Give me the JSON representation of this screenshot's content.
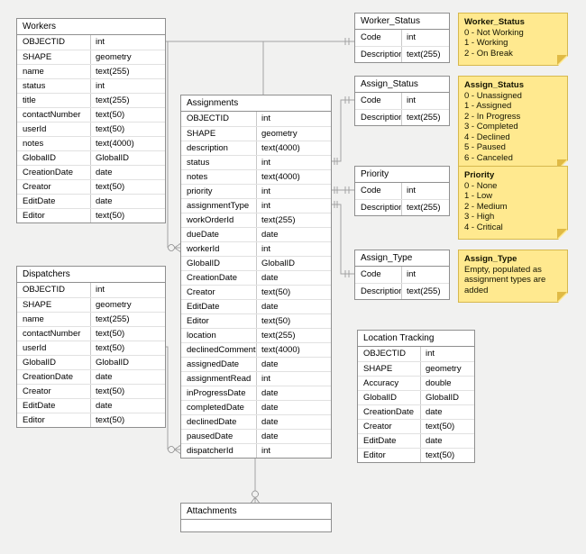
{
  "canvas": {
    "background": "#f1f1f0",
    "connector_color": "#a3a3a3",
    "note_color": "#ffe98f",
    "note_fold_color": "#e0ba45"
  },
  "tables": {
    "workers": {
      "title": "Workers",
      "fields": [
        {
          "name": "OBJECTID",
          "type": "int"
        },
        {
          "name": "SHAPE",
          "type": "geometry"
        },
        {
          "name": "name",
          "type": "text(255)"
        },
        {
          "name": "status",
          "type": "int"
        },
        {
          "name": "title",
          "type": "text(255)"
        },
        {
          "name": "contactNumber",
          "type": "text(50)"
        },
        {
          "name": "userId",
          "type": "text(50)"
        },
        {
          "name": "notes",
          "type": "text(4000)"
        },
        {
          "name": "GlobalID",
          "type": "GlobalID"
        },
        {
          "name": "CreationDate",
          "type": "date"
        },
        {
          "name": "Creator",
          "type": "text(50)"
        },
        {
          "name": "EditDate",
          "type": "date"
        },
        {
          "name": "Editor",
          "type": "text(50)"
        }
      ]
    },
    "dispatchers": {
      "title": "Dispatchers",
      "fields": [
        {
          "name": "OBJECTID",
          "type": "int"
        },
        {
          "name": "SHAPE",
          "type": "geometry"
        },
        {
          "name": "name",
          "type": "text(255)"
        },
        {
          "name": "contactNumber",
          "type": "text(50)"
        },
        {
          "name": "userId",
          "type": "text(50)"
        },
        {
          "name": "GlobalID",
          "type": "GlobalID"
        },
        {
          "name": "CreationDate",
          "type": "date"
        },
        {
          "name": "Creator",
          "type": "text(50)"
        },
        {
          "name": "EditDate",
          "type": "date"
        },
        {
          "name": "Editor",
          "type": "text(50)"
        }
      ]
    },
    "assignments": {
      "title": "Assignments",
      "fields": [
        {
          "name": "OBJECTID",
          "type": "int"
        },
        {
          "name": "SHAPE",
          "type": "geometry"
        },
        {
          "name": "description",
          "type": "text(4000)"
        },
        {
          "name": "status",
          "type": "int"
        },
        {
          "name": "notes",
          "type": "text(4000)"
        },
        {
          "name": "priority",
          "type": "int"
        },
        {
          "name": "assignmentType",
          "type": "int"
        },
        {
          "name": "workOrderId",
          "type": "text(255)"
        },
        {
          "name": "dueDate",
          "type": "date"
        },
        {
          "name": "workerId",
          "type": "int"
        },
        {
          "name": "GlobalID",
          "type": "GlobalID"
        },
        {
          "name": "CreationDate",
          "type": "date"
        },
        {
          "name": "Creator",
          "type": "text(50)"
        },
        {
          "name": "EditDate",
          "type": "date"
        },
        {
          "name": "Editor",
          "type": "text(50)"
        },
        {
          "name": "location",
          "type": "text(255)"
        },
        {
          "name": "declinedComment",
          "type": "text(4000)"
        },
        {
          "name": "assignedDate",
          "type": "date"
        },
        {
          "name": "assignmentRead",
          "type": "int"
        },
        {
          "name": "inProgressDate",
          "type": "date"
        },
        {
          "name": "completedDate",
          "type": "date"
        },
        {
          "name": "declinedDate",
          "type": "date"
        },
        {
          "name": "pausedDate",
          "type": "date"
        },
        {
          "name": "dispatcherId",
          "type": "int"
        }
      ]
    },
    "worker_status": {
      "title": "Worker_Status",
      "fields": [
        {
          "name": "Code",
          "type": "int"
        },
        {
          "name": "Description",
          "type": "text(255)"
        }
      ]
    },
    "assign_status": {
      "title": "Assign_Status",
      "fields": [
        {
          "name": "Code",
          "type": "int"
        },
        {
          "name": "Description",
          "type": "text(255)"
        }
      ]
    },
    "priority": {
      "title": "Priority",
      "fields": [
        {
          "name": "Code",
          "type": "int"
        },
        {
          "name": "Description",
          "type": "text(255)"
        }
      ]
    },
    "assign_type": {
      "title": "Assign_Type",
      "fields": [
        {
          "name": "Code",
          "type": "int"
        },
        {
          "name": "Description",
          "type": "text(255)"
        }
      ]
    },
    "location_tracking": {
      "title": "Location Tracking",
      "fields": [
        {
          "name": "OBJECTID",
          "type": "int"
        },
        {
          "name": "SHAPE",
          "type": "geometry"
        },
        {
          "name": "Accuracy",
          "type": "double"
        },
        {
          "name": "GlobalID",
          "type": "GlobalID"
        },
        {
          "name": "CreationDate",
          "type": "date"
        },
        {
          "name": "Creator",
          "type": "text(50)"
        },
        {
          "name": "EditDate",
          "type": "date"
        },
        {
          "name": "Editor",
          "type": "text(50)"
        }
      ]
    },
    "attachments": {
      "title": "Attachments",
      "fields": []
    }
  },
  "notes": {
    "worker_status": {
      "title": "Worker_Status",
      "lines": [
        "0 - Not Working",
        "1 - Working",
        "2 - On Break"
      ]
    },
    "assign_status": {
      "title": "Assign_Status",
      "lines": [
        "0 - Unassigned",
        "1 - Assigned",
        "2 - In Progress",
        "3 - Completed",
        "4 - Declined",
        "5 - Paused",
        "6 - Canceled"
      ]
    },
    "priority": {
      "title": "Priority",
      "lines": [
        "0 - None",
        "1 - Low",
        "2 - Medium",
        "3 - High",
        "4 - Critical"
      ]
    },
    "assign_type": {
      "title": "Assign_Type",
      "lines": [
        "Empty, populated as assignment types are added"
      ]
    }
  }
}
